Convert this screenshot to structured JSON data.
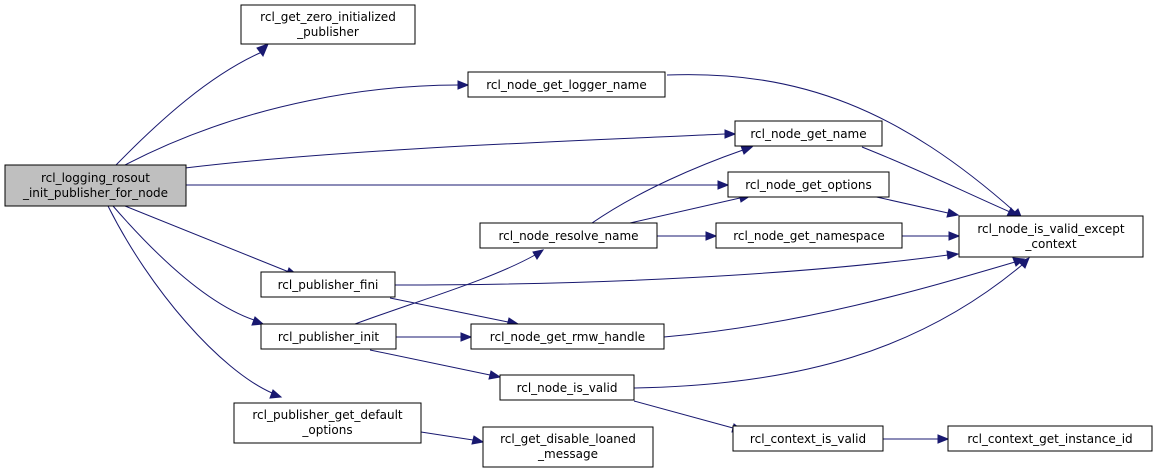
{
  "colors": {
    "edge": "#191970",
    "root_fill": "#bfbfbf",
    "node_fill": "#ffffff",
    "node_border": "#000000"
  },
  "nodes": {
    "root": {
      "line1": "rcl_logging_rosout",
      "line2": "_init_publisher_for_node"
    },
    "zero_pub": {
      "line1": "rcl_get_zero_initialized",
      "line2": "_publisher"
    },
    "logger_name": {
      "line1": "rcl_node_get_logger_name"
    },
    "get_name": {
      "line1": "rcl_node_get_name"
    },
    "get_options": {
      "line1": "rcl_node_get_options"
    },
    "resolve_name": {
      "line1": "rcl_node_resolve_name"
    },
    "get_namespace": {
      "line1": "rcl_node_get_namespace"
    },
    "valid_except": {
      "line1": "rcl_node_is_valid_except",
      "line2": "_context"
    },
    "pub_fini": {
      "line1": "rcl_publisher_fini"
    },
    "pub_init": {
      "line1": "rcl_publisher_init"
    },
    "rmw_handle": {
      "line1": "rcl_node_get_rmw_handle"
    },
    "is_valid": {
      "line1": "rcl_node_is_valid"
    },
    "default_opts": {
      "line1": "rcl_publisher_get_default",
      "line2": "_options"
    },
    "loaned": {
      "line1": "rcl_get_disable_loaned",
      "line2": "_message"
    },
    "ctx_valid": {
      "line1": "rcl_context_is_valid"
    },
    "instance_id": {
      "line1": "rcl_context_get_instance_id"
    }
  },
  "edges": [
    {
      "from": "root",
      "to": "zero_pub"
    },
    {
      "from": "root",
      "to": "logger_name"
    },
    {
      "from": "root",
      "to": "get_name"
    },
    {
      "from": "root",
      "to": "get_options"
    },
    {
      "from": "root",
      "to": "pub_fini"
    },
    {
      "from": "root",
      "to": "pub_init"
    },
    {
      "from": "root",
      "to": "default_opts"
    },
    {
      "from": "logger_name",
      "to": "valid_except"
    },
    {
      "from": "get_name",
      "to": "valid_except"
    },
    {
      "from": "get_options",
      "to": "valid_except"
    },
    {
      "from": "resolve_name",
      "to": "get_name"
    },
    {
      "from": "resolve_name",
      "to": "get_options"
    },
    {
      "from": "resolve_name",
      "to": "get_namespace"
    },
    {
      "from": "get_namespace",
      "to": "valid_except"
    },
    {
      "from": "pub_fini",
      "to": "valid_except"
    },
    {
      "from": "pub_fini",
      "to": "rmw_handle"
    },
    {
      "from": "pub_init",
      "to": "resolve_name"
    },
    {
      "from": "pub_init",
      "to": "rmw_handle"
    },
    {
      "from": "pub_init",
      "to": "is_valid"
    },
    {
      "from": "rmw_handle",
      "to": "valid_except"
    },
    {
      "from": "is_valid",
      "to": "valid_except"
    },
    {
      "from": "is_valid",
      "to": "ctx_valid"
    },
    {
      "from": "default_opts",
      "to": "loaned"
    },
    {
      "from": "ctx_valid",
      "to": "instance_id"
    }
  ]
}
